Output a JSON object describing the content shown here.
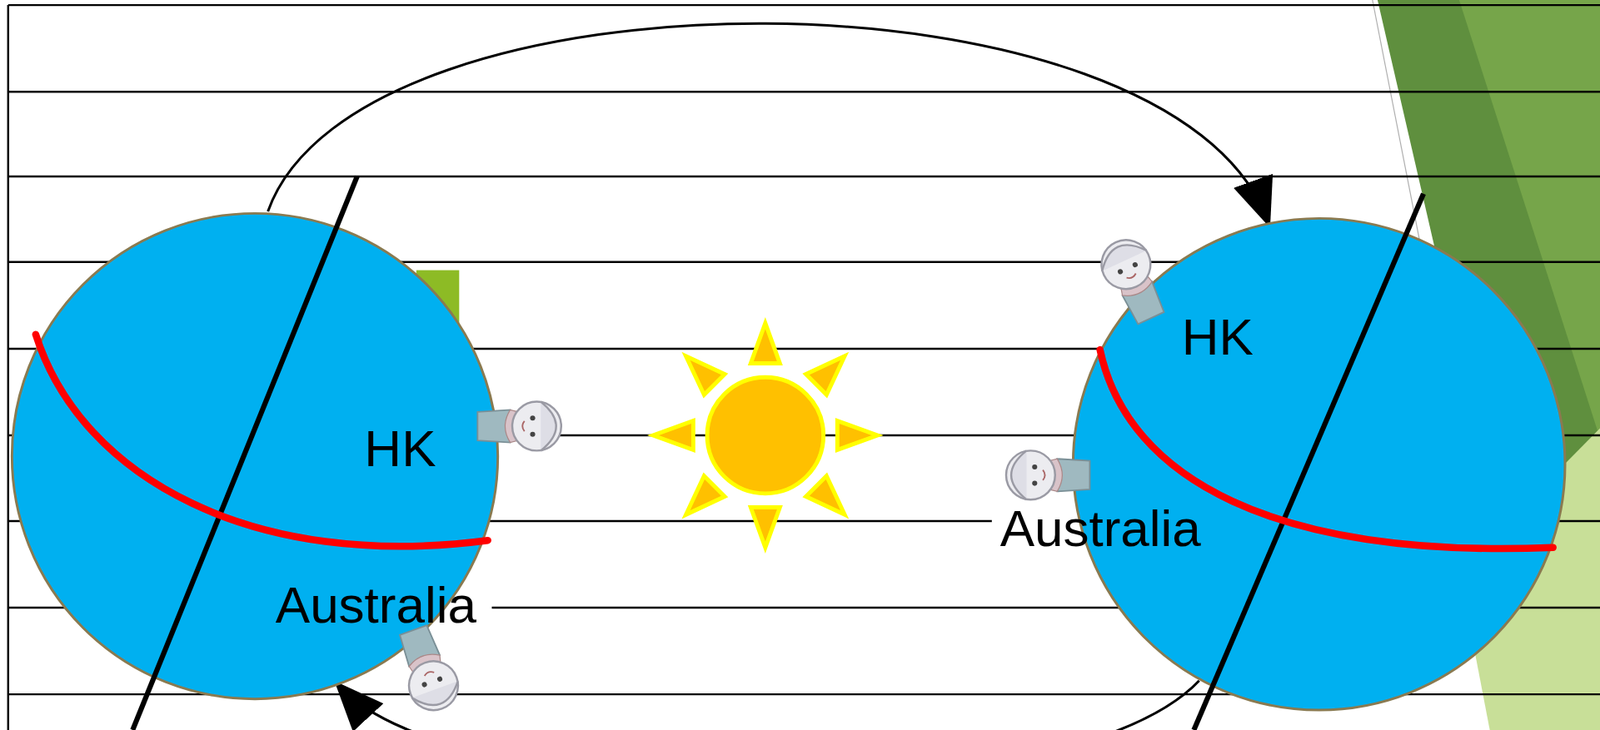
{
  "diagram": {
    "nodes": [
      {
        "text": [
          "HK",
          "Australia"
        ]
      },
      {
        "text": [
          "HK",
          "Australia"
        ]
      }
    ],
    "edges": [
      {
        "from": 0,
        "to": 1,
        "arrow": "to"
      },
      {
        "from": 1,
        "to": 0,
        "arrow": "to"
      }
    ]
  }
}
